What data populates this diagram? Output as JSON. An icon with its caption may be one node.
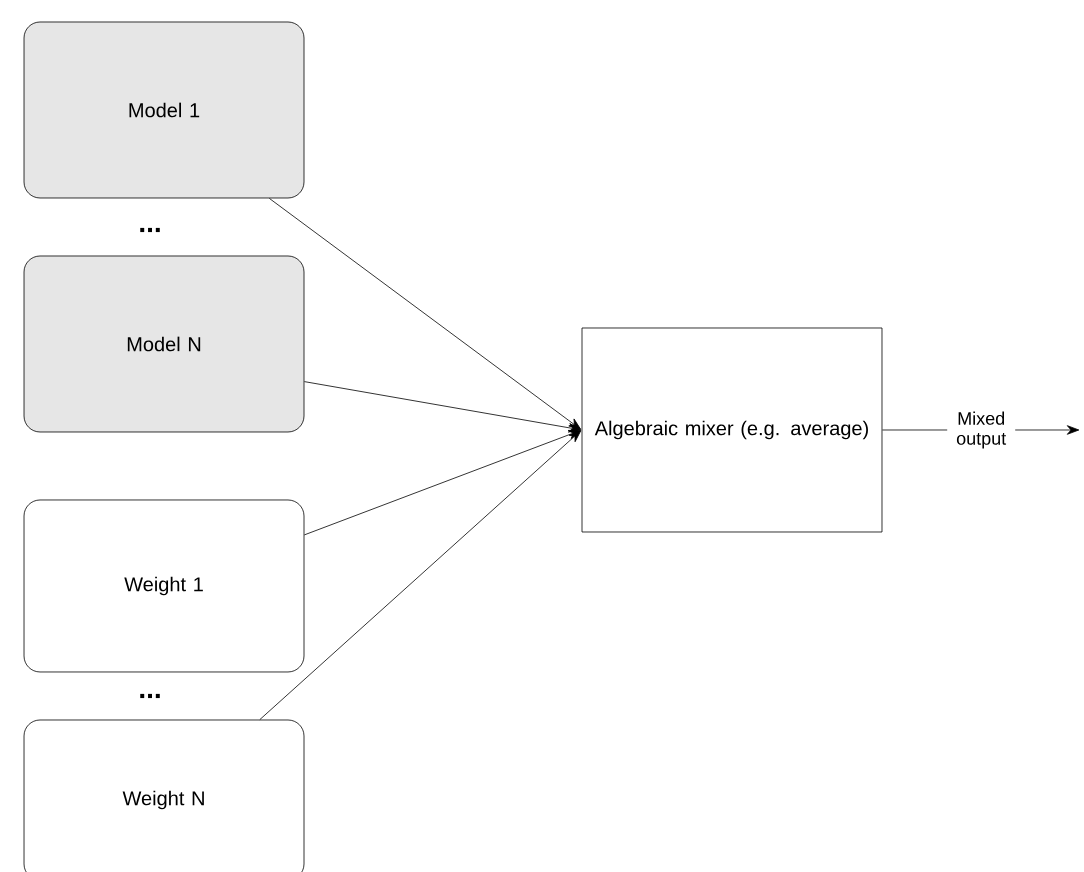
{
  "diagram": {
    "nodes": [
      {
        "text": [
          "Model 1"
        ]
      },
      {
        "text": [
          "Model N"
        ]
      },
      {
        "text": [
          "Weight 1"
        ]
      },
      {
        "text": [
          "Weight N"
        ]
      },
      {
        "text": [
          "Algebraic mixer (e.g. average)"
        ]
      }
    ],
    "edges": [
      {
        "from": 0,
        "to": 4,
        "arrow": "to"
      },
      {
        "from": 1,
        "to": 4,
        "arrow": "to"
      },
      {
        "from": 2,
        "to": 4,
        "arrow": "to"
      },
      {
        "from": 3,
        "to": 4,
        "arrow": "to"
      },
      {
        "from": 4,
        "to": null,
        "arrow": "to",
        "label": "Mixed output"
      }
    ],
    "labels": [
      "...",
      "..."
    ]
  }
}
